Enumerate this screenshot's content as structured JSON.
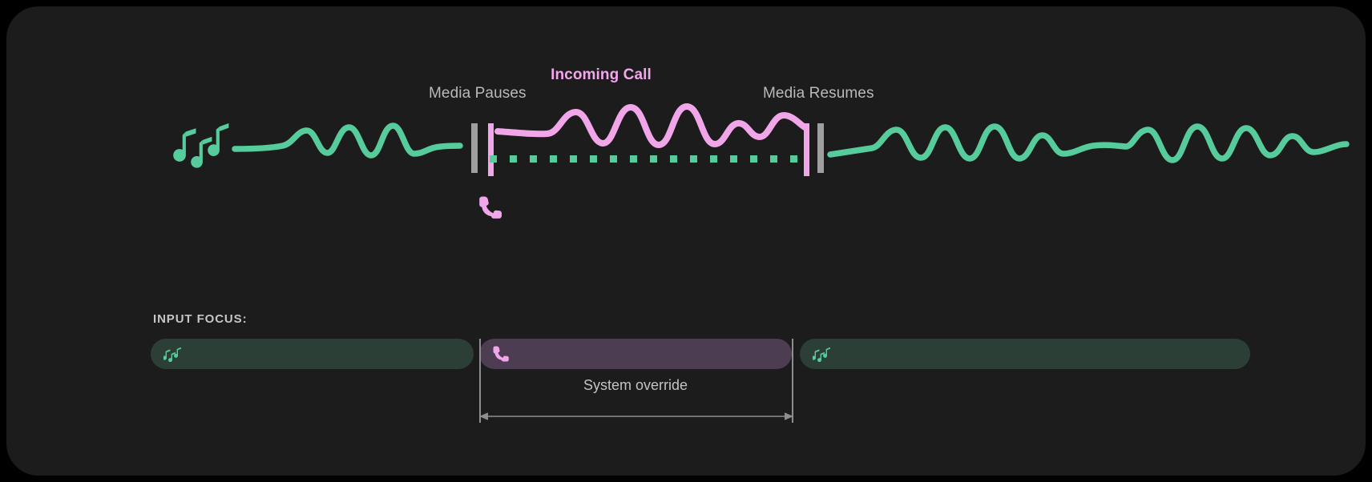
{
  "card": {
    "background": "#1c1c1c",
    "page_background": "#000000"
  },
  "timeline": {
    "labels": {
      "media_pauses": "Media Pauses",
      "incoming_call": "Incoming Call",
      "media_resumes": "Media Resumes"
    },
    "icons": {
      "music_left": "music-notes-icon",
      "phone_call": "phone-handset-icon"
    },
    "colors": {
      "media_wave": "#56cb9c",
      "call_wave": "#f0a6e8",
      "incoming_call_text": "#f2a6ec",
      "label_text": "#b9b9b9",
      "pause_marker": "#9e9e9e",
      "call_marker": "#f0a6e8",
      "muted_dots": "#56cb9c"
    },
    "segments": [
      {
        "name": "media-playing-before",
        "state": "playing",
        "source": "media"
      },
      {
        "name": "call-active",
        "state": "override",
        "source": "call"
      },
      {
        "name": "media-playing-after",
        "state": "playing",
        "source": "media"
      }
    ]
  },
  "focus": {
    "title": "INPUT FOCUS:",
    "bars": [
      {
        "name": "media-before",
        "icon": "music-notes-icon",
        "color": "#2b3f36"
      },
      {
        "name": "call",
        "icon": "phone-handset-icon",
        "color": "#4d3d52"
      },
      {
        "name": "media-after",
        "icon": "music-notes-icon",
        "color": "#2b3f36"
      }
    ],
    "override_label": "System override",
    "divider_color": "#8e8e8e"
  }
}
